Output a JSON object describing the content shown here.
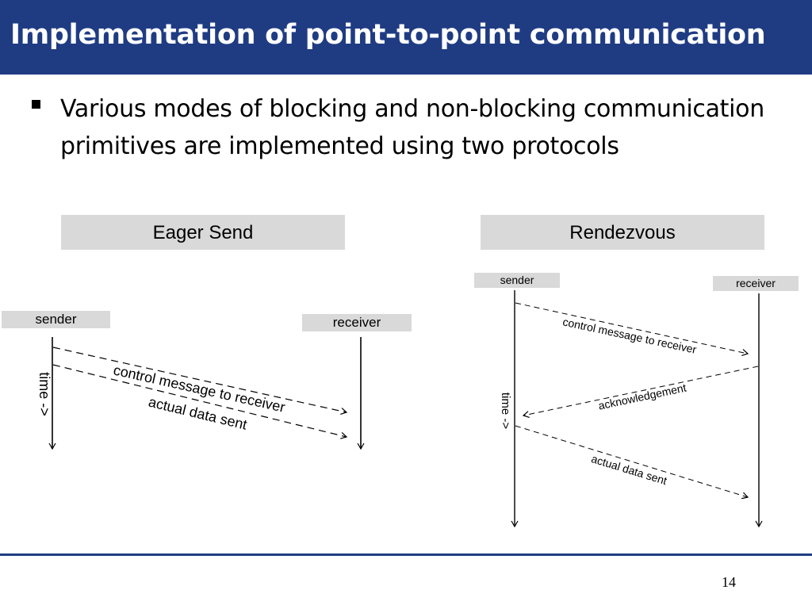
{
  "slide": {
    "title": "Implementation of point-to-point communication",
    "bullet": "Various modes of blocking and non-blocking communication primitives are implemented using two protocols",
    "page_number": "14"
  },
  "eager": {
    "header": "Eager Send",
    "sender": "sender",
    "receiver": "receiver",
    "time_label": "time ->",
    "msg_control": "control message to receiver",
    "msg_data": "actual data sent"
  },
  "rendezvous": {
    "header": "Rendezvous",
    "sender": "sender",
    "receiver": "receiver",
    "time_label": "time ->",
    "msg_control": "control message to receiver",
    "msg_ack": "acknowledgement",
    "msg_data": "actual data sent"
  }
}
